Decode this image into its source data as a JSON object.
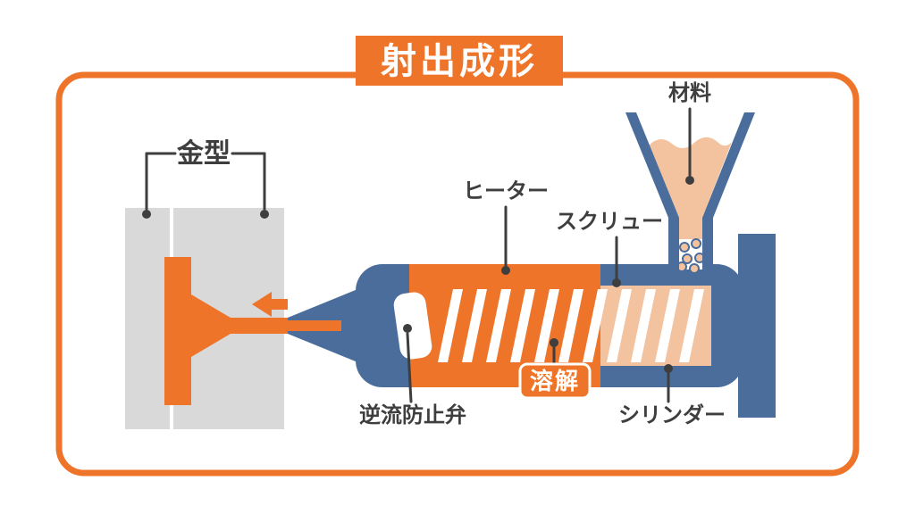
{
  "title": "射出成形",
  "labels": {
    "mold": "金型",
    "heater": "ヒーター",
    "screw": "スクリュー",
    "material": "材料",
    "check_valve": "逆流防止弁",
    "melt": "溶解",
    "cylinder": "シリンダー"
  },
  "colors": {
    "orange": "#EE7429",
    "blue": "#4A6D9B",
    "peach": "#F3C3A0",
    "mold_gray": "#D9D9D9",
    "text_dark": "#3E3E3E",
    "background": "#FFFFFF"
  }
}
